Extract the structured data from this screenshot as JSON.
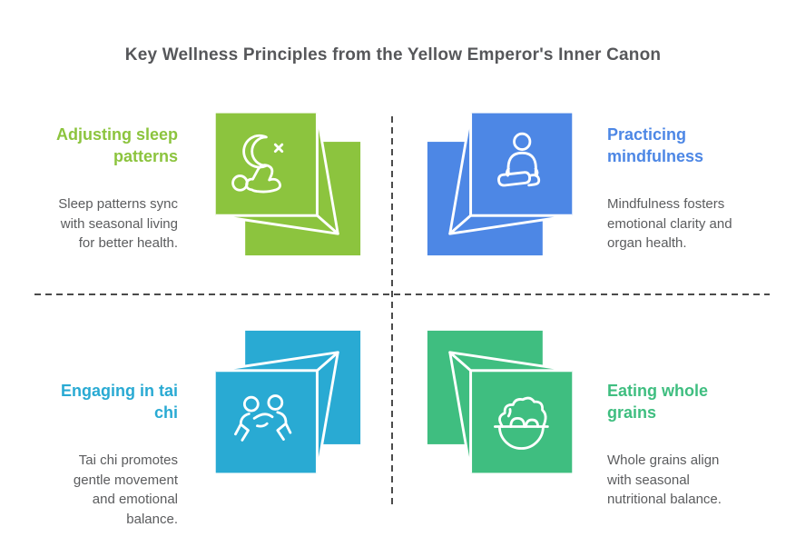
{
  "title": "Key Wellness Principles from the Yellow Emperor's Inner Canon",
  "colors": {
    "title_text": "#56575a",
    "body_text": "#5b5c5e",
    "divider": "#4b4b4b",
    "green_lime": "#8cc43e",
    "blue": "#4d87e5",
    "cyan": "#29aad3",
    "green_emerald": "#3fbe80"
  },
  "quadrants": [
    {
      "id": "adjusting-sleep-patterns",
      "heading": "Adjusting sleep\npatterns",
      "body": "Sleep patterns sync\nwith seasonal living\nfor better health.",
      "color": "#8cc43e",
      "icon": "sleeping-person-moon-icon"
    },
    {
      "id": "practicing-mindfulness",
      "heading": "Practicing\nmindfulness",
      "body": "Mindfulness fosters\nemotional clarity and\norgan health.",
      "color": "#4d87e5",
      "icon": "meditation-icon"
    },
    {
      "id": "engaging-in-tai-chi",
      "heading": "Engaging in tai\nchi",
      "body": "Tai chi promotes\ngentle movement\nand emotional\nbalance.",
      "color": "#29aad3",
      "icon": "tai-chi-icon"
    },
    {
      "id": "eating-whole-grains",
      "heading": "Eating whole\ngrains",
      "body": "Whole grains align\nwith seasonal\nnutritional balance.",
      "color": "#3fbe80",
      "icon": "salad-bowl-icon"
    }
  ]
}
